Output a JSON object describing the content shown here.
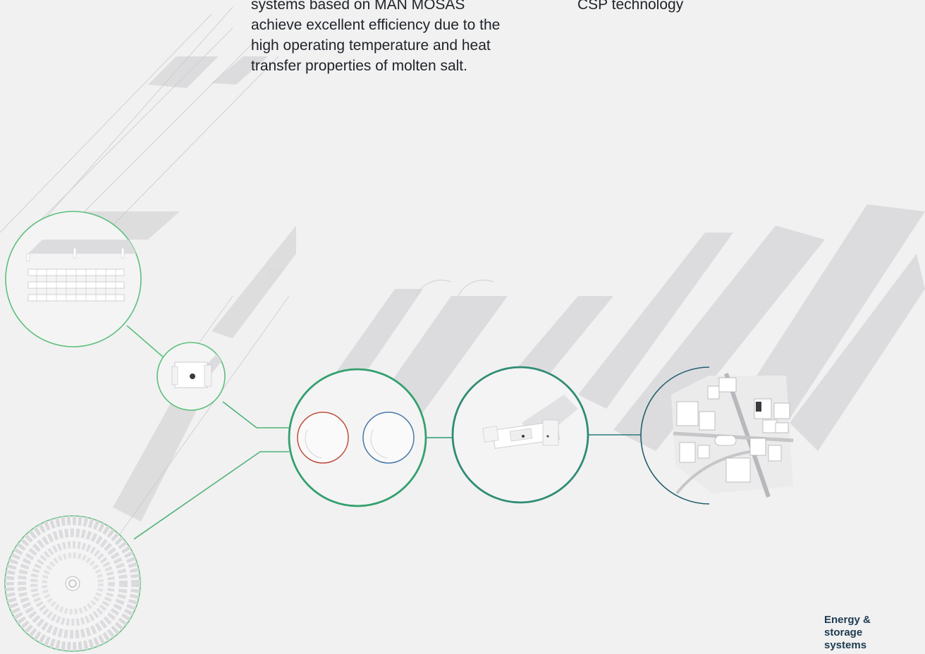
{
  "intro": {
    "left_lines": [
      "systems based on MAN MOSAS",
      "achieve excellent efficiency due to the",
      "high operating temperature and heat",
      "transfer properties of molten salt."
    ],
    "right_lines": [
      "CSP technology"
    ]
  },
  "section_label": {
    "lines": [
      "Energy &",
      "storage",
      "systems"
    ]
  },
  "diagram": {
    "nodes": [
      {
        "id": "solar-field-node",
        "depicts": "field of solar collector rows"
      },
      {
        "id": "receiver-node",
        "depicts": "solar receiver / power block module"
      },
      {
        "id": "heliostat-tower-node",
        "depicts": "heliostat field around central tower"
      },
      {
        "id": "salt-storage-node",
        "depicts": "hot and cold molten salt tanks"
      },
      {
        "id": "turbine-node",
        "depicts": "steam turbine generator"
      },
      {
        "id": "city-node",
        "depicts": "city grid consumers"
      }
    ],
    "colors": {
      "background": "#f1f1f2",
      "green_line": "#5cc07a",
      "dark_green_line": "#2e9a6e",
      "teal_line": "#2a7c78",
      "petrol_line": "#23606e",
      "hot_tank": "#c0503c",
      "cold_tank": "#4a78a8",
      "shadow": "#d7d7d9"
    }
  }
}
